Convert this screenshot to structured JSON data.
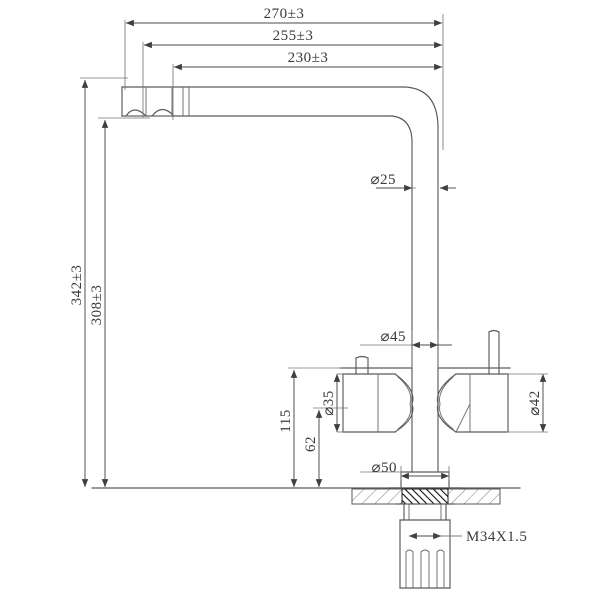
{
  "drawing": {
    "type": "technical-dimension-drawing",
    "subject": "kitchen mixer faucet with pull-out dual-outlet spout",
    "view": "front elevation section",
    "background_color": "#ffffff",
    "line_color": "#5a5a5a",
    "text_color": "#3a3a3a"
  },
  "dimensions": {
    "horizontal": [
      {
        "id": "overall-reach",
        "label": "270±3",
        "value": 270,
        "tolerance": 3,
        "unit": "mm"
      },
      {
        "id": "mid-reach",
        "label": "255±3",
        "value": 255,
        "tolerance": 3,
        "unit": "mm"
      },
      {
        "id": "inner-reach",
        "label": "230±3",
        "value": 230,
        "tolerance": 3,
        "unit": "mm"
      }
    ],
    "vertical": [
      {
        "id": "overall-height",
        "label": "342±3",
        "value": 342,
        "tolerance": 3,
        "unit": "mm"
      },
      {
        "id": "spout-height",
        "label": "308±3",
        "value": 308,
        "tolerance": 3,
        "unit": "mm"
      },
      {
        "id": "body-height",
        "label": "115",
        "value": 115,
        "unit": "mm"
      },
      {
        "id": "handle-height",
        "label": "62",
        "value": 62,
        "unit": "mm"
      }
    ],
    "diameters": [
      {
        "id": "spout-tube-dia",
        "label": "⌀25",
        "value": 25,
        "unit": "mm"
      },
      {
        "id": "body-top-dia",
        "label": "⌀45",
        "value": 45,
        "unit": "mm"
      },
      {
        "id": "left-handle-dia",
        "label": "⌀35",
        "value": 35,
        "unit": "mm"
      },
      {
        "id": "right-handle-dia",
        "label": "⌀42",
        "value": 42,
        "unit": "mm"
      },
      {
        "id": "base-dia",
        "label": "⌀50",
        "value": 50,
        "unit": "mm"
      }
    ],
    "threads": [
      {
        "id": "mounting-thread",
        "label": "M34X1.5",
        "designation": "M34",
        "pitch": 1.5,
        "unit": "mm"
      }
    ]
  },
  "components": {
    "spout_outlet": "dual-outlet-aerator",
    "spout_bend": "rounded-90-degree-elbow",
    "left_handle": "lever-handle",
    "right_handle": "lever-handle",
    "deck": "hatched-mounting-surface",
    "shank": "slotted-threaded-shank",
    "nut": "mounting-nut"
  }
}
